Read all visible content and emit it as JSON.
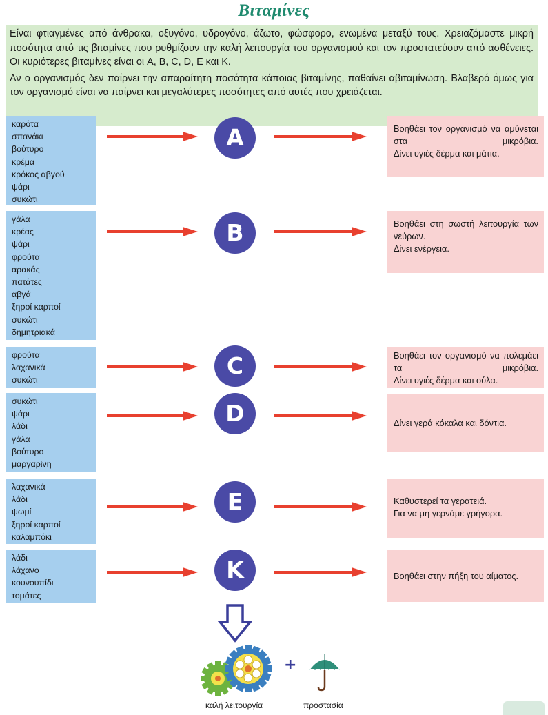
{
  "title": "Βιταμίνες",
  "intro": {
    "p1": "Είναι φτιαγμένες από άνθρακα, οξυγόνο, υδρογόνο, άζωτο, φώσφορο, ενωμένα μεταξύ τους. Χρειαζόμαστε μικρή ποσότητα από τις βιταμίνες που ρυθμίζουν την καλή λειτουργία του οργανισμού και τον προστατεύουν από ασθένειες. Οι κυριότερες βιταμίνες είναι οι A, B, C, D, E και K.",
    "p2": "Αν ο οργανισμός δεν παίρνει την απαραίτητη ποσότητα κάποιας βιταμίνης, παθαίνει αβιταμίνωση. Βλαβερό όμως για τον οργανισμό είναι να παίρνει και μεγαλύτερες ποσότητες από αυτές που χρειάζεται."
  },
  "vitamins": [
    {
      "letter": "A",
      "foods": [
        "καρότα",
        "σπανάκι",
        "βούτυρο",
        "κρέμα",
        "κρόκος αβγού",
        "ψάρι",
        "συκώτι"
      ],
      "effects": [
        "Βοηθάει τον οργανισμό να αμύνεται στα μικρόβια.",
        "Δίνει υγιές δέρμα και μάτια."
      ]
    },
    {
      "letter": "B",
      "foods": [
        "γάλα",
        "κρέας",
        "ψάρι",
        "φρούτα",
        "αρακάς",
        "πατάτες",
        "αβγά",
        "ξηροί καρποί",
        "συκώτι",
        "δημητριακά"
      ],
      "effects": [
        "Βοηθάει στη σωστή λειτουργία των νεύρων.",
        "Δίνει ενέργεια."
      ]
    },
    {
      "letter": "C",
      "foods": [
        "φρούτα",
        "λαχανικά",
        "συκώτι"
      ],
      "effects": [
        "Βοηθάει τον οργανισμό να πολεμάει τα μικρόβια.",
        "Δίνει υγιές δέρμα και ούλα."
      ]
    },
    {
      "letter": "D",
      "foods": [
        "συκώτι",
        "ψάρι",
        "λάδι",
        "γάλα",
        "βούτυρο",
        "μαργαρίνη"
      ],
      "effects": [
        "Δίνει γερά κόκαλα και δόντια."
      ]
    },
    {
      "letter": "E",
      "foods": [
        "λαχανικά",
        "λάδι",
        "ψωμί",
        "ξηροί καρποί",
        "καλαμπόκι"
      ],
      "effects": [
        "Καθυστερεί τα γερατειά.",
        "Για να μη γερνάμε γρήγορα."
      ]
    },
    {
      "letter": "K",
      "foods": [
        "λάδι",
        "λάχανο",
        "κουνουπίδι",
        "τομάτες"
      ],
      "effects": [
        "Βοηθάει στην πήξη του αίματος."
      ]
    }
  ],
  "bottom": {
    "left_caption": "καλή λειτουργία",
    "right_caption": "προστασία",
    "plus": "+"
  },
  "colors": {
    "title": "#1f8a6e",
    "intro_bg": "#d6ebcd",
    "foods_bg": "#a6cfee",
    "effects_bg": "#f9d3d3",
    "badge": "#4a4aa6",
    "arrow": "#e8402f"
  },
  "icons": [
    "down-arrow-icon",
    "gears-icon",
    "umbrella-icon"
  ]
}
